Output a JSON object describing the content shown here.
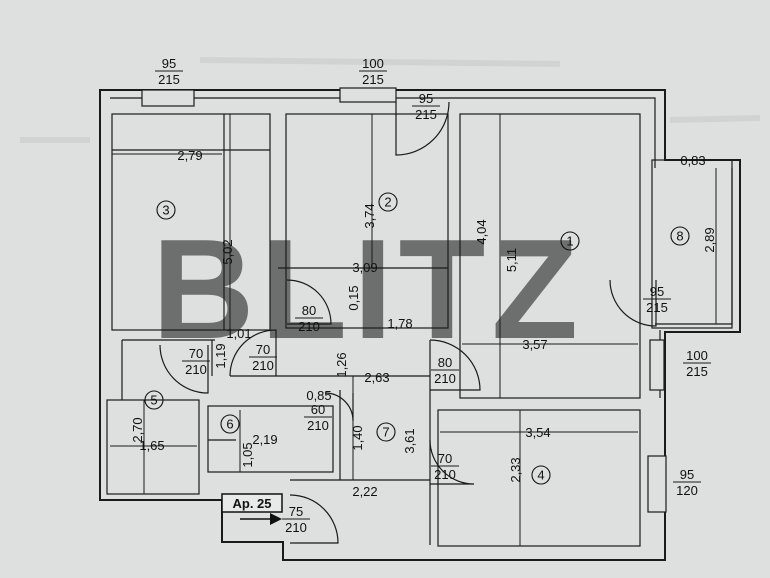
{
  "watermark": "BLITZ",
  "apartment_label": "Ap. 25",
  "rooms": [
    {
      "number": "1"
    },
    {
      "number": "2"
    },
    {
      "number": "3"
    },
    {
      "number": "4"
    },
    {
      "number": "5"
    },
    {
      "number": "6"
    },
    {
      "number": "7"
    },
    {
      "number": "8"
    }
  ],
  "dimensions": [
    "2,79",
    "5,02",
    "3,74",
    "3,09",
    "0,15",
    "1,78",
    "4,04",
    "5,11",
    "3,57",
    "0,83",
    "2,89",
    "1,01",
    "1,19",
    "1,26",
    "2,63",
    "0,85",
    "2,70",
    "1,65",
    "2,19",
    "1,05",
    "1,40",
    "3,61",
    "2,22",
    "3,54",
    "2,33"
  ],
  "openings": [
    {
      "width": "95",
      "height": "215"
    },
    {
      "width": "100",
      "height": "215"
    },
    {
      "width": "95",
      "height": "215"
    },
    {
      "width": "80",
      "height": "210"
    },
    {
      "width": "70",
      "height": "210"
    },
    {
      "width": "70",
      "height": "210"
    },
    {
      "width": "80",
      "height": "210"
    },
    {
      "width": "60",
      "height": "210"
    },
    {
      "width": "70",
      "height": "210"
    },
    {
      "width": "75",
      "height": "210"
    },
    {
      "width": "95",
      "height": "215"
    },
    {
      "width": "100",
      "height": "215"
    },
    {
      "width": "95",
      "height": "120"
    }
  ]
}
